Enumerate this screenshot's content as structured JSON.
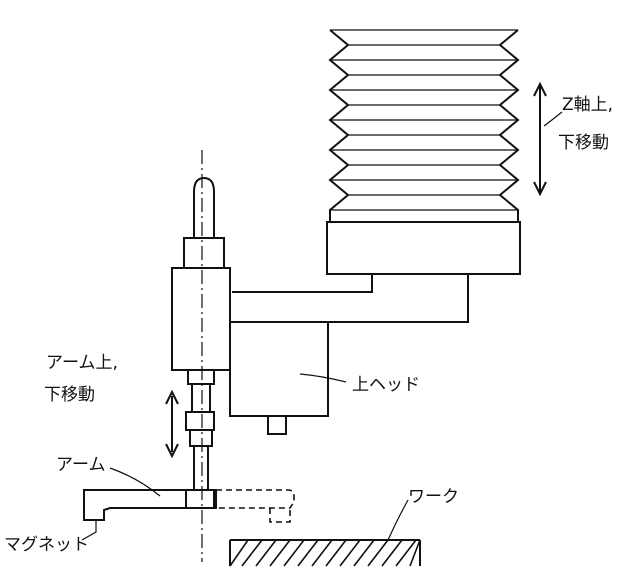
{
  "labels": {
    "z_axis_line1": "Z軸上,",
    "z_axis_line2": "下移動",
    "arm_move_line1": "アーム上,",
    "arm_move_line2": "下移動",
    "upper_head": "上ヘッド",
    "arm": "アーム",
    "work": "ワーク",
    "magnet": "マグネット"
  },
  "colors": {
    "line": "#111111",
    "background": "#ffffff"
  }
}
